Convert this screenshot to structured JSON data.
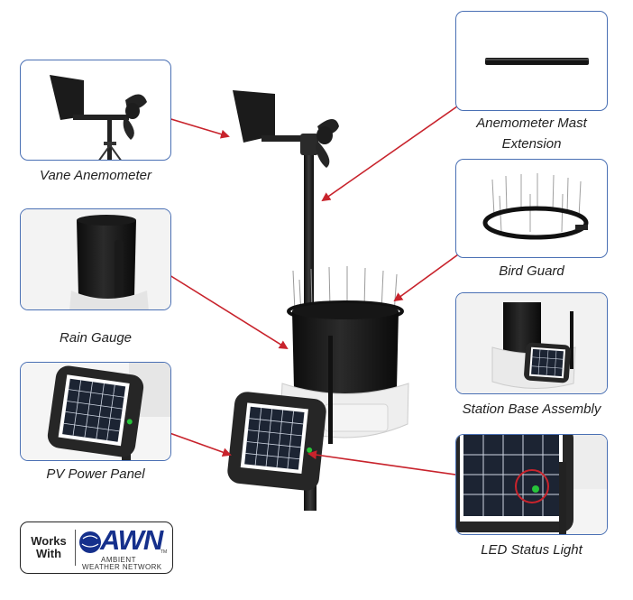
{
  "components": {
    "vane_anemometer": "Vane Anemometer",
    "anemometer_mast_extension_line1": "Anemometer Mast",
    "anemometer_mast_extension_line2": "Extension",
    "bird_guard": "Bird Guard",
    "rain_gauge": "Rain Gauge",
    "station_base_assembly": "Station Base Assembly",
    "pv_power_panel": "PV Power Panel",
    "led_status_light": "LED Status Light"
  },
  "badge": {
    "works_with_line1": "Works",
    "works_with_line2": "With",
    "logo": "AWN",
    "logo_sub1": "AMBIENT",
    "logo_sub2": "WEATHER NETWORK",
    "trademark": "TM"
  },
  "colors": {
    "card_border": "#4a70b4",
    "arrow": "#c8232c",
    "logo_blue": "#15308c",
    "equipment_black": "#1a1a1a",
    "base_white": "#eeeeee"
  }
}
